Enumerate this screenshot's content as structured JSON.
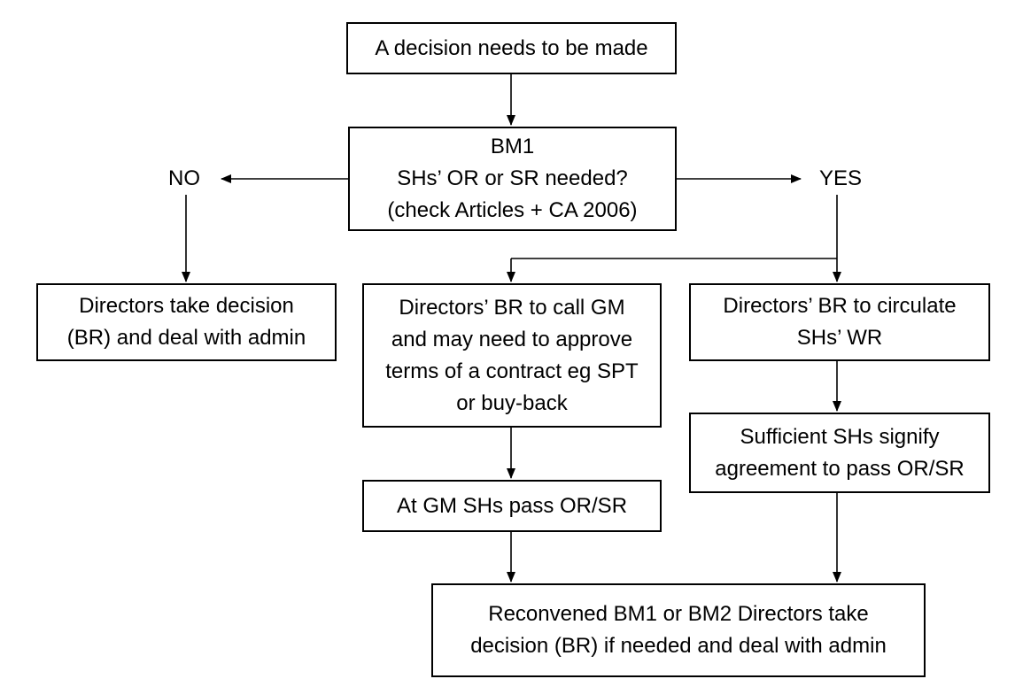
{
  "nodes": {
    "start": {
      "lines": [
        "A decision needs to be made"
      ]
    },
    "bm1": {
      "lines": [
        "BM1",
        "SHs’ OR or SR needed?",
        "(check Articles + CA 2006)"
      ]
    },
    "directors_decision": {
      "lines": [
        "Directors take decision",
        "(BR) and deal with admin"
      ]
    },
    "call_gm": {
      "lines": [
        "Directors’ BR to call GM",
        "and may need to approve",
        "terms of a contract eg SPT",
        "or buy-back"
      ]
    },
    "circulate_wr": {
      "lines": [
        "Directors’ BR to circulate",
        "SHs’ WR"
      ]
    },
    "gm_pass": {
      "lines": [
        "At GM SHs pass OR/SR"
      ]
    },
    "signify": {
      "lines": [
        "Sufficient SHs signify",
        "agreement to pass OR/SR"
      ]
    },
    "reconvened": {
      "lines": [
        "Reconvened BM1 or BM2 Directors take",
        "decision (BR) if needed and deal with admin"
      ]
    }
  },
  "labels": {
    "no": "NO",
    "yes": "YES"
  },
  "colors": {
    "stroke": "#000000",
    "background": "#ffffff"
  }
}
